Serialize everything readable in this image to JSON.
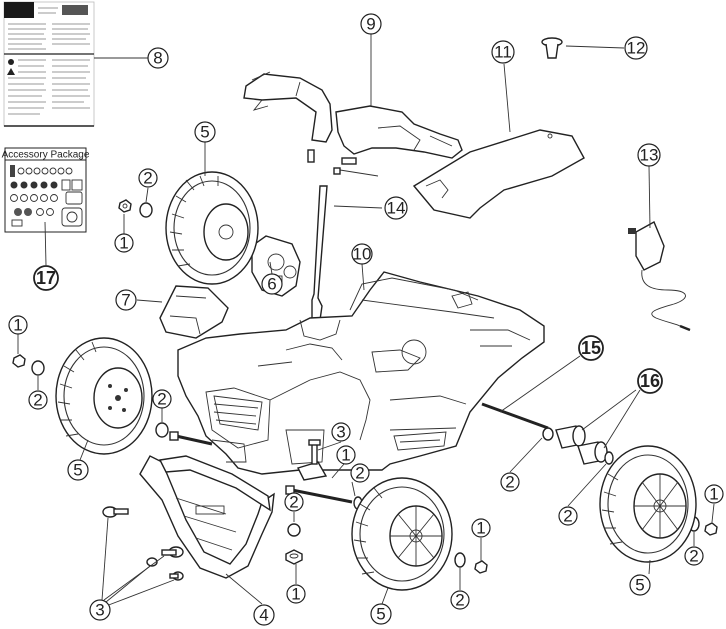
{
  "accessory_package": {
    "title": "Accessory Package"
  },
  "callouts": {
    "c1": "1",
    "c2": "2",
    "c3": "3",
    "c4": "4",
    "c5": "5",
    "c6": "6",
    "c7": "7",
    "c8": "8",
    "c9": "9",
    "c10": "10",
    "c11": "11",
    "c12": "12",
    "c13": "13",
    "c14": "14",
    "c15": "15",
    "c16": "16",
    "c17": "17"
  },
  "colors": {
    "line": "#222222",
    "background": "#ffffff"
  }
}
